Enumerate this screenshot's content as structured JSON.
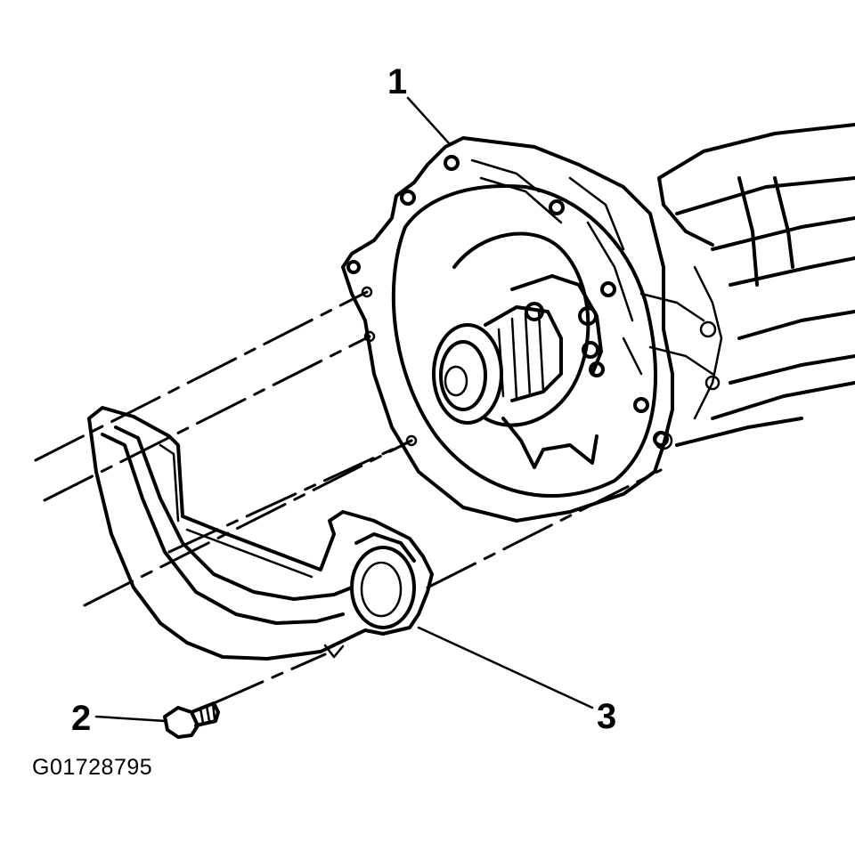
{
  "diagram": {
    "callouts": [
      {
        "id": "1",
        "label": "1"
      },
      {
        "id": "2",
        "label": "2"
      },
      {
        "id": "3",
        "label": "3"
      }
    ],
    "figure_id": "G01728795",
    "ink_color": "#000000",
    "background_color": "#ffffff"
  }
}
